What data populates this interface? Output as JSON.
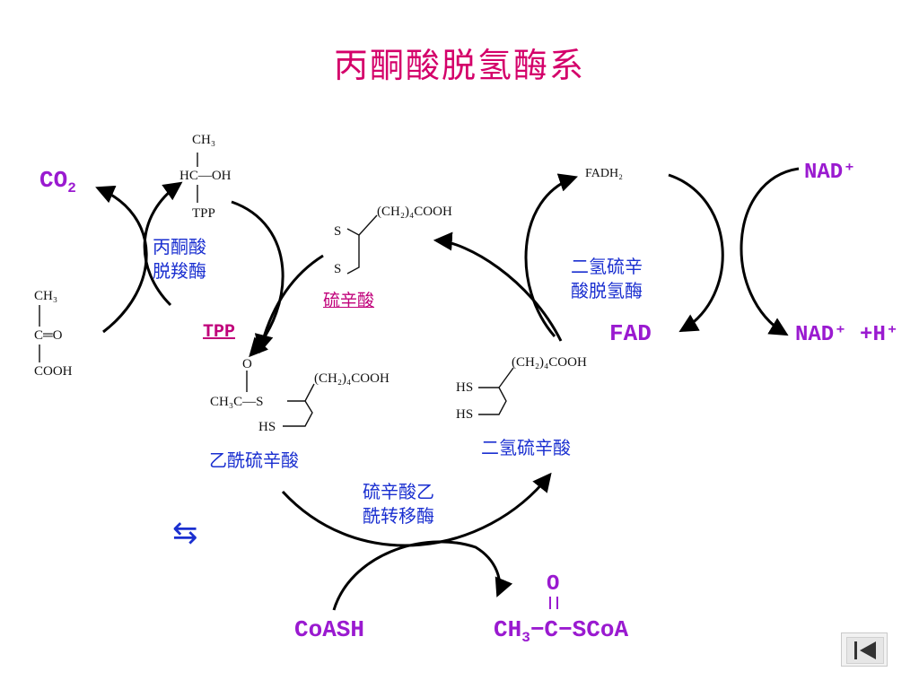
{
  "title": "丙酮酸脱氢酶系",
  "labels": {
    "co2": "CO",
    "co2_sub": "2",
    "nad_plus": "NAD⁺",
    "nadh": "NAD⁺ +H⁺",
    "fad": "FAD",
    "tpp": "TPP",
    "coash": "CoASH",
    "acetyl_coa_o": "O",
    "acetyl_coa_ch": "CH",
    "acetyl_coa_sub": "3",
    "acetyl_coa_rest": "−C−SCoA"
  },
  "enzymes": {
    "pyruvate_decarboxylase": "丙酮酸\n脱羧酶",
    "dihydrolipoyl_dehydrogenase": "二氢硫辛\n酸脱氢酶",
    "transacetylase": "硫辛酸乙\n酰转移酶"
  },
  "compounds": {
    "lipoic_acid": "硫辛酸",
    "acetyl_lipoic_acid": "乙酰硫辛酸",
    "dihydrolipoic_acid": "二氢硫辛酸",
    "fadh2": "FADH₂"
  },
  "structures": {
    "ch3": "CH₃",
    "hc_oh": "HC—OH",
    "tpp": "TPP",
    "pyr_ch3": "CH₃",
    "pyr_c_o": "C═O",
    "pyr_cooh": "COOH",
    "lip_chain": "(CH₂)₄COOH",
    "lip_s1": "S",
    "lip_s2": "S",
    "acl_o": "O",
    "acl_main": "CH₃C—S",
    "acl_chain": "(CH₂)₄COOH",
    "acl_hs": "HS",
    "dhl_chain": "(CH₂)₄COOH",
    "dhl_hs1": "HS",
    "dhl_hs2": "HS"
  },
  "icons": {
    "exchange": "⇆"
  },
  "colors": {
    "title": "#d4006a",
    "label": "#9a1ad0",
    "enzyme": "#1a2fd0",
    "tpp": "#c0007a"
  }
}
